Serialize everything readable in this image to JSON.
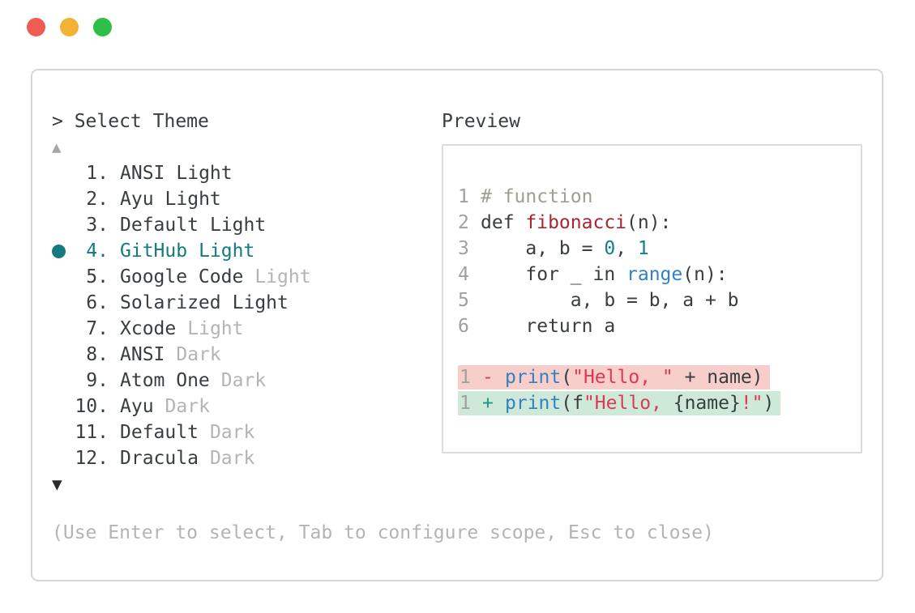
{
  "window": {
    "controls": {
      "close": "red",
      "minimize": "yellow",
      "zoom": "green"
    }
  },
  "picker": {
    "prompt": "> Select Theme",
    "scroll_up_symbol": "▲",
    "scroll_down_symbol": "▼",
    "selected_index": 3,
    "items": [
      {
        "number": "1.",
        "name": "ANSI",
        "variant": "Light"
      },
      {
        "number": "2.",
        "name": "Ayu",
        "variant": "Light"
      },
      {
        "number": "3.",
        "name": "Default",
        "variant": "Light"
      },
      {
        "number": "4.",
        "name": "GitHub",
        "variant": "Light",
        "selected": true
      },
      {
        "number": "5.",
        "name": "Google Code",
        "variant": "Light",
        "variant_muted": true
      },
      {
        "number": "6.",
        "name": "Solarized",
        "variant": "Light"
      },
      {
        "number": "7.",
        "name": "Xcode",
        "variant": "Light",
        "variant_muted": true
      },
      {
        "number": "8.",
        "name": "ANSI",
        "variant": "Dark",
        "variant_muted": true
      },
      {
        "number": "9.",
        "name": "Atom One",
        "variant": "Dark",
        "variant_muted": true
      },
      {
        "number": "10.",
        "name": "Ayu",
        "variant": "Dark",
        "variant_muted": true
      },
      {
        "number": "11.",
        "name": "Default",
        "variant": "Dark",
        "variant_muted": true
      },
      {
        "number": "12.",
        "name": "Dracula",
        "variant": "Dark",
        "variant_muted": true
      }
    ]
  },
  "preview": {
    "label": "Preview",
    "lines": [
      {
        "num": "1",
        "c1": "# function"
      },
      {
        "num": "2",
        "t1": "def ",
        "f": "fibonacci",
        "t2": "(n):"
      },
      {
        "num": "3",
        "t1": "    a, b = ",
        "n1": "0",
        "t2": ", ",
        "n2": "1"
      },
      {
        "num": "4",
        "t1": "    for _ in ",
        "b": "range",
        "t2": "(n):"
      },
      {
        "num": "5",
        "t1": "        a, b = b, a + b"
      },
      {
        "num": "6",
        "t1": "    return a"
      }
    ],
    "diff": {
      "removed": {
        "num": "1",
        "sign": "-",
        "fn": "print",
        "t1": "(",
        "s1": "\"Hello, \"",
        "t2": " + name)"
      },
      "added": {
        "num": "1",
        "sign": "+",
        "fn": "print",
        "t1": "(f",
        "s1": "\"Hello, ",
        "t2": "{name}",
        "s2": "!\"",
        "t3": ")"
      }
    }
  },
  "footer": {
    "hint": "(Use Enter to select, Tab to configure scope, Esc to close)"
  },
  "colors": {
    "accent_teal": "#147a7e",
    "text_dark": "#383d42",
    "text_muted": "#b4b4b4",
    "comment": "#9aa193",
    "function_red": "#a8272f",
    "number_teal": "#10808d",
    "builtin_blue": "#3181c3",
    "string_red": "#da3a55",
    "diff_minus": "#d23c47",
    "diff_plus": "#18998b",
    "removed_bg": "#f8cecb",
    "added_bg": "#cfe9d9",
    "panel_border": "#d6d6d6",
    "traffic_red": "#f05c51",
    "traffic_yellow": "#f2b233",
    "traffic_green": "#2ebf49"
  }
}
